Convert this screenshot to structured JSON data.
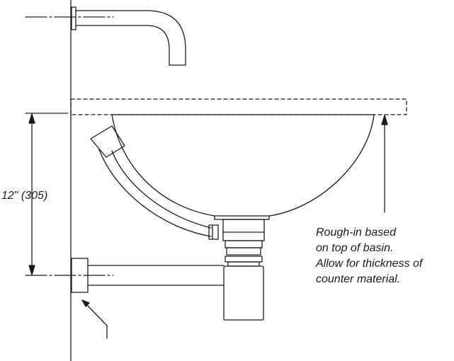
{
  "colors": {
    "line": "#1a1a1a",
    "background": "#ffffff"
  },
  "dimension_label": "12\" (305)",
  "note_lines": [
    "Rough-in based",
    "on top of basin.",
    "Allow for thickness of",
    "counter material."
  ]
}
